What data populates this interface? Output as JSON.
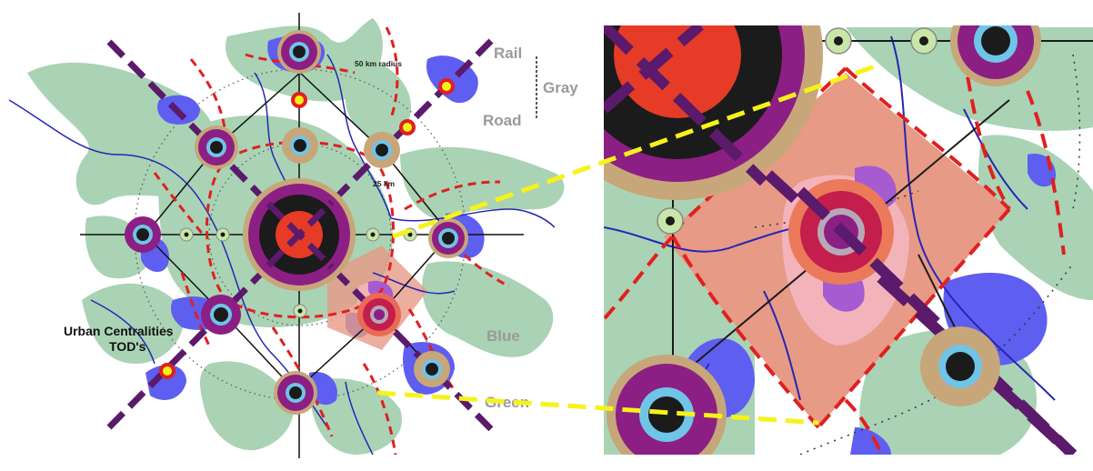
{
  "diagram": {
    "labels": {
      "rail": "Rail",
      "gray": "Gray",
      "road": "Road",
      "blue": "Blue",
      "green": "Green",
      "radius_outer": "50 km radius",
      "radius_inner": "25 km",
      "centralities_line1": "Urban Centralities",
      "centralities_line2": "TOD's"
    },
    "colors": {
      "green_space": "#a9d3b4",
      "blue_space": "#5e5ef0",
      "rail": "#5b1a6b",
      "road_dash": "#e02020",
      "river": "#2626b4",
      "callout": "#f7f21a",
      "hub_red": "#e53b27",
      "hub_black": "#1b1b1b",
      "hub_purple": "#8c1f84",
      "hub_tan": "#c7a67a",
      "hub_cyan": "#6fc4e8",
      "highlight_zone": "#e79a86",
      "label_gray": "#9a9a9a"
    }
  }
}
